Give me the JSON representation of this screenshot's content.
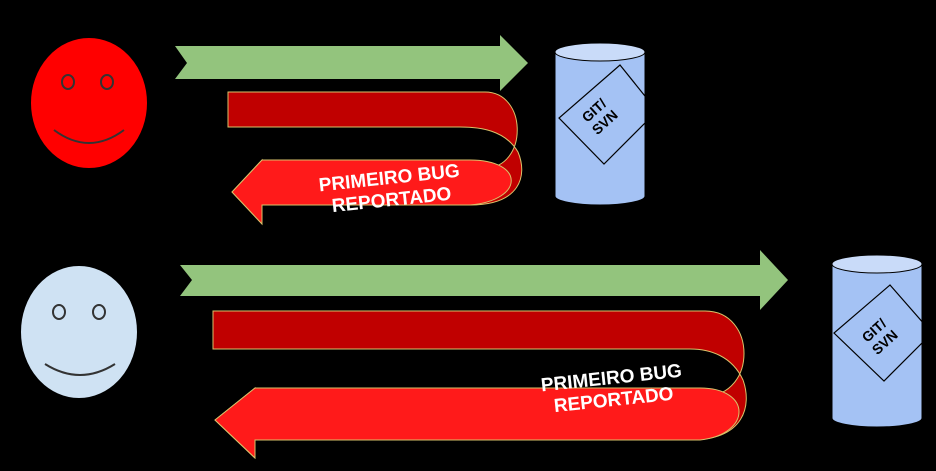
{
  "colors": {
    "background": "#000000",
    "face_red": "#ff0000",
    "face_blue": "#cfe2f3",
    "push_arrow": "#93c47d",
    "return_arrow_light": "#ff1a1a",
    "return_arrow_dark": "#c00000",
    "repository": "#a4c2f4"
  },
  "rows": [
    {
      "face": {
        "color": "red",
        "icon": "smiley-face-icon"
      },
      "bug_label_line1": "PRIMEIRO BUG",
      "bug_label_line2": "REPORTADO",
      "repo_label_line1": "GIT/",
      "repo_label_line2": "SVN"
    },
    {
      "face": {
        "color": "blue",
        "icon": "smiley-face-icon"
      },
      "bug_label_line1": "PRIMEIRO BUG",
      "bug_label_line2": "REPORTADO",
      "repo_label_line1": "GIT/",
      "repo_label_line2": "SVN"
    }
  ]
}
